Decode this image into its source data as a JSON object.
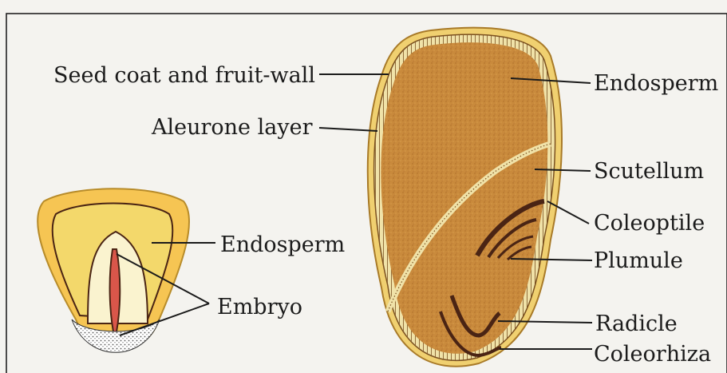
{
  "colors": {
    "background": "#f4f3ef",
    "endosperm_brown": "#c8893a",
    "endosperm_yellow": "#f2c04a",
    "aleurone": "#e8d7a0",
    "embryo_pale": "#faf3cf",
    "embryo_red": "#d9564a",
    "dark_brown": "#4a2414"
  },
  "left_seed": {
    "labels": {
      "endosperm": "Endosperm",
      "embryo": "Embryo"
    }
  },
  "right_seed": {
    "labels": {
      "seed_coat": "Seed coat and fruit-wall",
      "aleurone": "Aleurone layer",
      "endosperm": "Endosperm",
      "scutellum": "Scutellum",
      "coleoptile": "Coleoptile",
      "plumule": "Plumule",
      "radicle": "Radicle",
      "coleorhiza": "Coleorhiza"
    }
  }
}
